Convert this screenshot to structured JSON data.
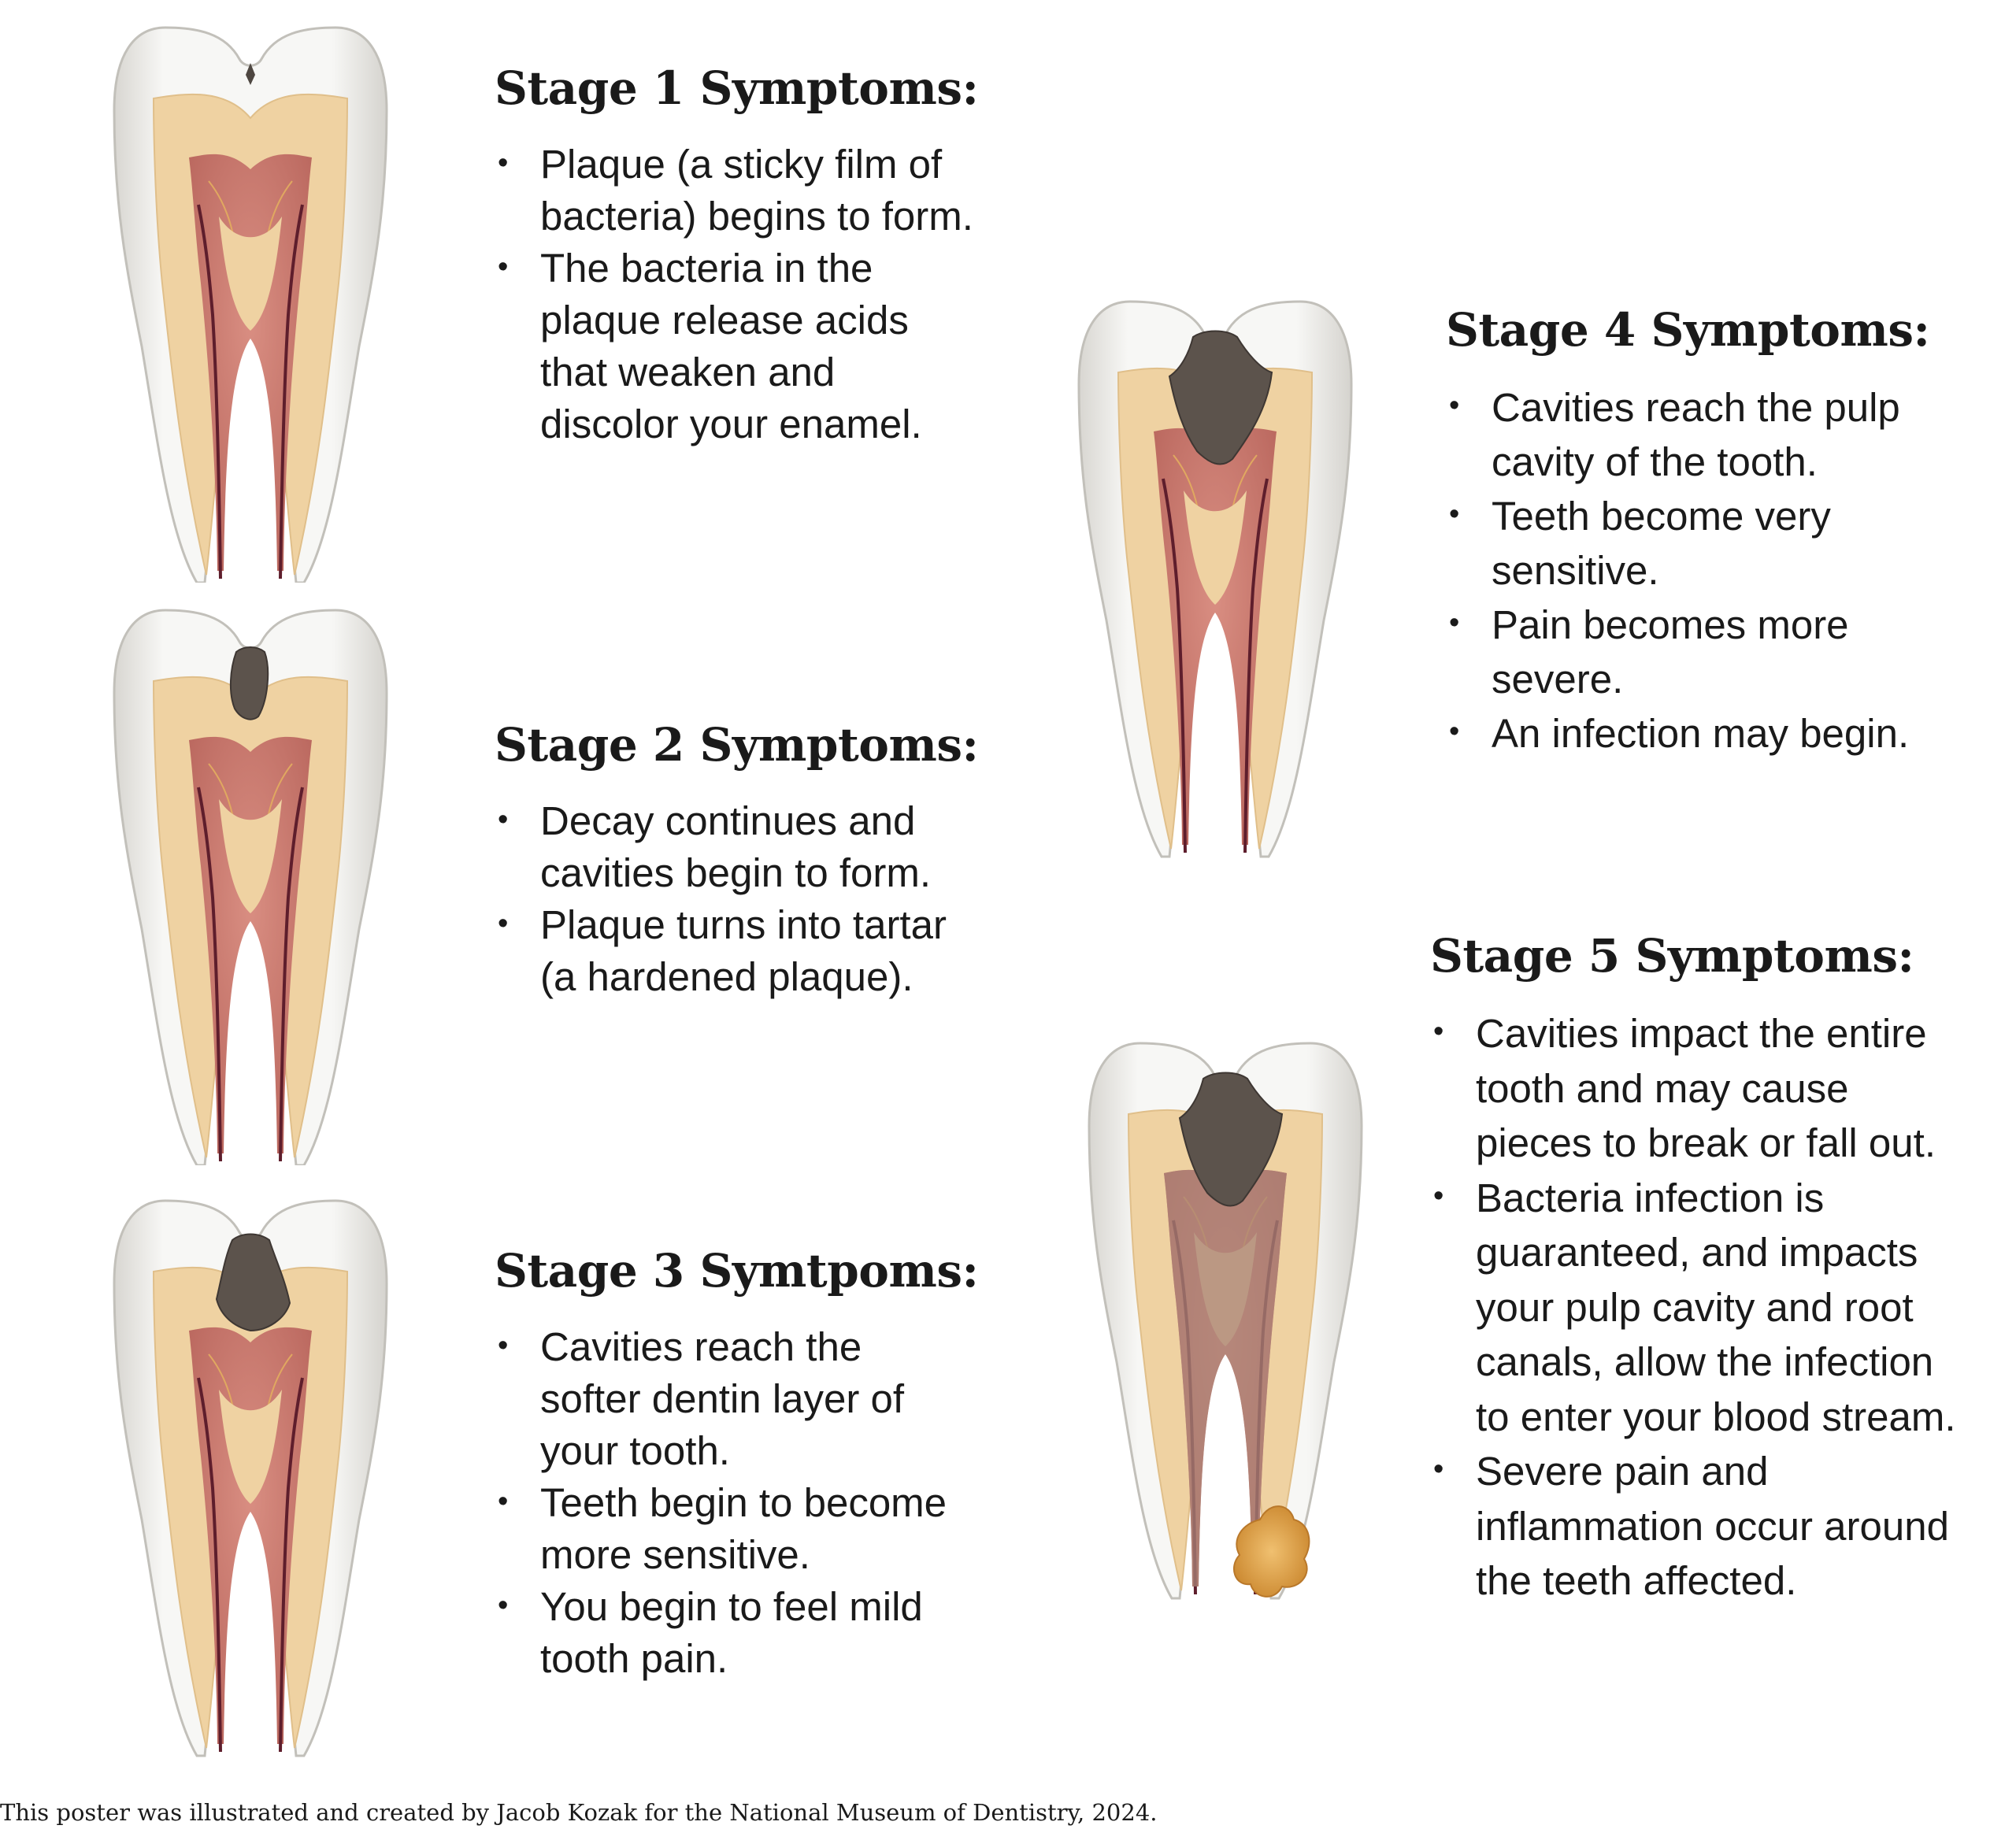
{
  "stages": [
    {
      "title": "Stage 1 Symptoms:",
      "bullets": [
        "Plaque (a sticky film of\nbacteria) begins to form.",
        "The bacteria in the\nplaque release acids\nthat weaken and\ndiscolor your enamel."
      ]
    },
    {
      "title": "Stage 2 Symptoms:",
      "bullets": [
        "Decay continues and\ncavities begin to form.",
        "Plaque turns into tartar\n(a hardened plaque)."
      ]
    },
    {
      "title": "Stage 3 Symtpoms:",
      "bullets": [
        "Cavities reach the\nsofter dentin layer of\nyour tooth.",
        "Teeth begin to become\nmore sensitive.",
        "You begin to feel mild\ntooth pain."
      ]
    },
    {
      "title": "Stage 4 Symptoms:",
      "bullets": [
        "Cavities reach the pulp\ncavity of the tooth.",
        "Teeth become very\nsensitive.",
        "Pain becomes more\nsevere.",
        "An infection may begin."
      ]
    },
    {
      "title": "Stage 5 Symptoms:",
      "bullets": [
        "Cavities impact the entire\ntooth and may cause\npieces to break or fall out.",
        "Bacteria infection is\nguaranteed, and impacts\nyour pulp cavity and root\ncanals, allow the infection\nto enter your blood stream.",
        "Severe pain and\ninflammation occur around\nthe teeth affected."
      ]
    }
  ],
  "credit": "This poster was illustrated and created by Jacob Kozak for the National Museum of Dentistry, 2024.",
  "colors": {
    "enamel": "#f4f4f2",
    "enamel_edge": "#c9c7c2",
    "dentin": "#efd2a2",
    "pulp": "#c9786e",
    "nerve": "#5e1e2c",
    "decay": "#5c534c",
    "abscess": "#e0a64a"
  }
}
